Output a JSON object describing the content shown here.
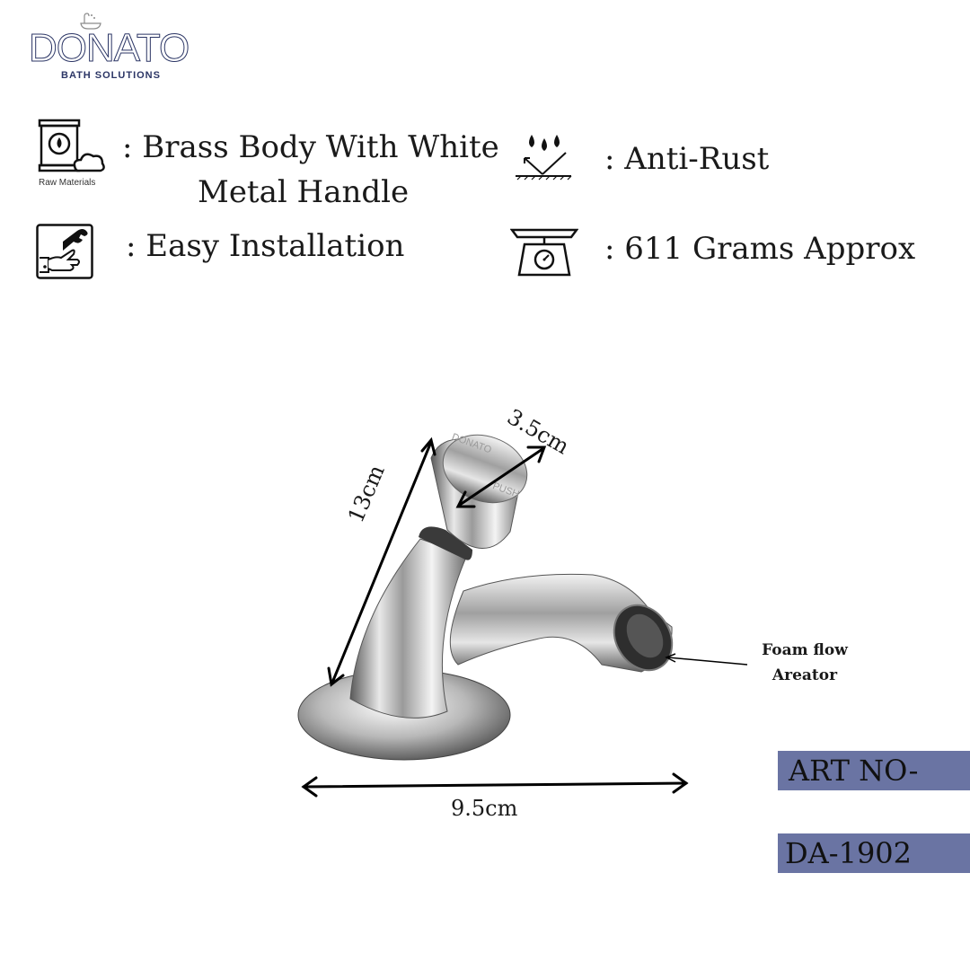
{
  "brand": {
    "name": "DONATO",
    "tagline": "BATH SOLUTIONS",
    "color": "#2b3565"
  },
  "features": [
    {
      "icon": "raw-materials-icon",
      "caption": "Raw Materials",
      "line1": ": Brass Body With White",
      "line2": "Metal  Handle"
    },
    {
      "icon": "anti-rust-icon",
      "text": ": Anti-Rust"
    },
    {
      "icon": "easy-installation-icon",
      "text": ": Easy Installation"
    },
    {
      "icon": "weighing-scale-icon",
      "text": ": 611 Grams Approx"
    }
  ],
  "dimensions": {
    "height": "13cm",
    "handle": "3.5cm",
    "width": "9.5cm"
  },
  "callout": {
    "line1": "Foam flow",
    "line2": "Areator"
  },
  "product_marks": {
    "handle_brand": "DONATO",
    "handle_push": "PUSH"
  },
  "article": {
    "label": "ART NO-",
    "number": "DA-1902",
    "box_color": "#6a74a3"
  }
}
